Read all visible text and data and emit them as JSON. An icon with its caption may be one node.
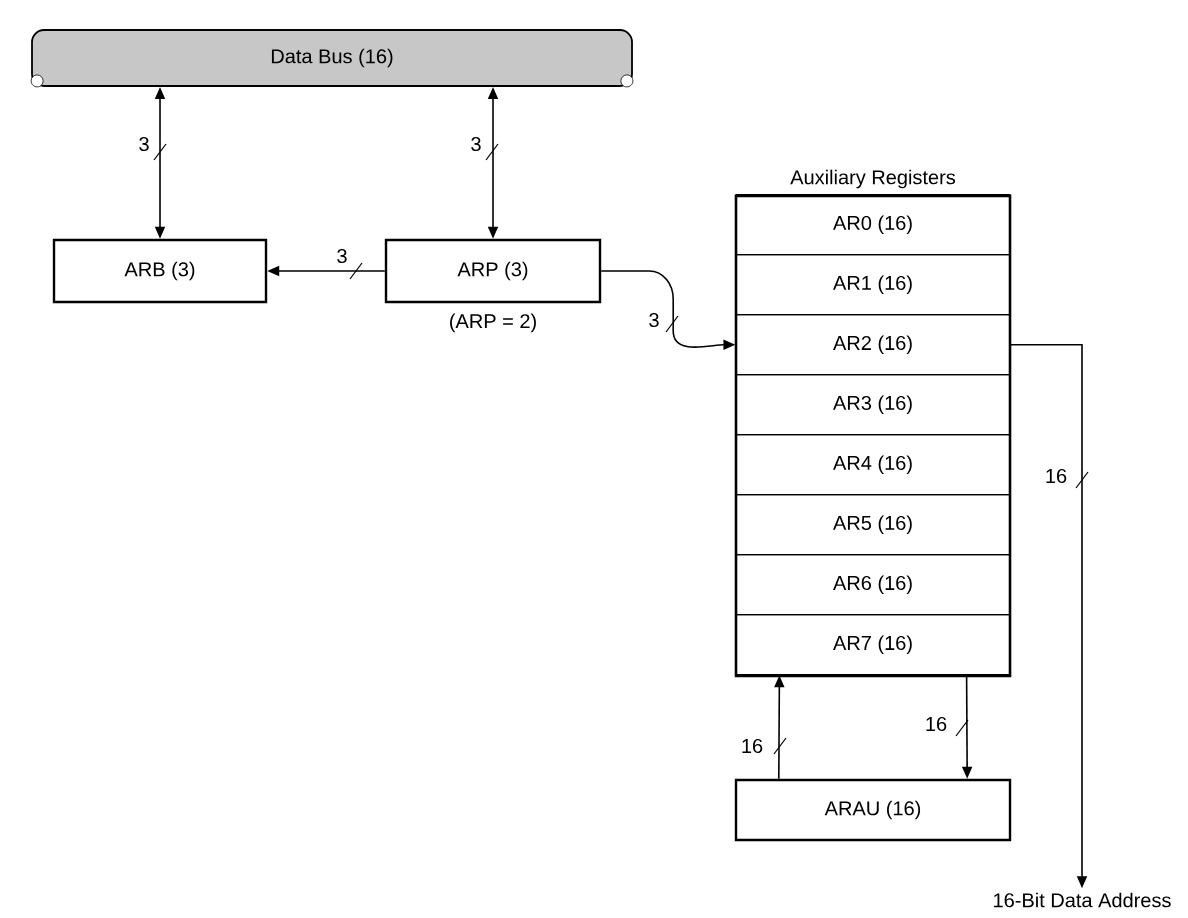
{
  "diagram": {
    "nodes": [
      {
        "text": [
          "Data Bus (16)"
        ]
      },
      {
        "text": [
          "ARB (3)"
        ]
      },
      {
        "text": [
          "ARP (3)"
        ],
        "beside": [
          "(ARP = 2)"
        ]
      },
      {
        "text": [
          "Auxiliary Registers"
        ]
      },
      {
        "text": [
          "AR0 (16)"
        ],
        "in": 3
      },
      {
        "text": [
          "AR1 (16)"
        ],
        "in": 3
      },
      {
        "text": [
          "AR2 (16)"
        ],
        "in": 3
      },
      {
        "text": [
          "AR3 (16)"
        ],
        "in": 3
      },
      {
        "text": [
          "AR4 (16)"
        ],
        "in": 3
      },
      {
        "text": [
          "AR5 (16)"
        ],
        "in": 3
      },
      {
        "text": [
          "AR6 (16)"
        ],
        "in": 3
      },
      {
        "text": [
          "AR7 (16)"
        ],
        "in": 3
      },
      {
        "text": [
          "ARAU (16)"
        ]
      },
      {
        "text": [
          "16-Bit Data Address"
        ]
      }
    ],
    "edges": [
      {
        "from": 0,
        "to": 1,
        "arrow": "both",
        "label": "3"
      },
      {
        "from": 0,
        "to": 2,
        "arrow": "both",
        "label": "3"
      },
      {
        "from": 2,
        "to": 1,
        "arrow": "to",
        "label": "3"
      },
      {
        "from": 2,
        "to": 6,
        "arrow": "to",
        "label": "3"
      },
      {
        "from": 6,
        "to": 13,
        "arrow": "to",
        "label": "16"
      },
      {
        "from": 12,
        "to": 11,
        "arrow": "to",
        "label": "16"
      },
      {
        "from": 11,
        "to": 12,
        "arrow": "to",
        "label": "16"
      }
    ]
  }
}
